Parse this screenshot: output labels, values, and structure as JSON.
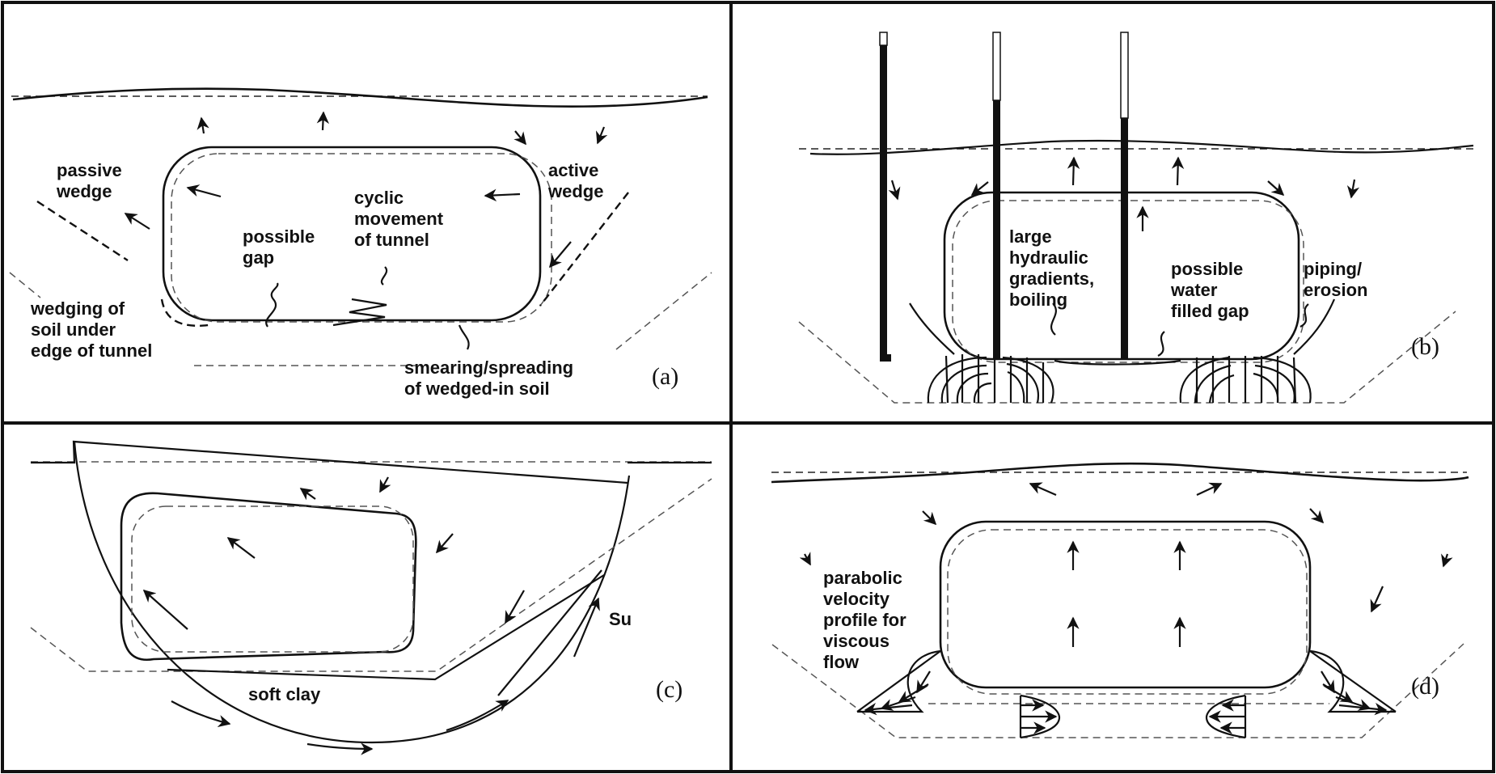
{
  "panels": {
    "a": {
      "tag": "(a)",
      "labels": {
        "passive_wedge": [
          "passive",
          "wedge"
        ],
        "active_wedge": [
          "active",
          "wedge"
        ],
        "cyclic_movement": [
          "cyclic",
          "movement",
          "of tunnel"
        ],
        "possible_gap": [
          "possible",
          "gap"
        ],
        "wedging": [
          "wedging of",
          "soil under",
          "edge of tunnel"
        ],
        "smearing": [
          "smearing/spreading",
          "of wedged-in soil"
        ]
      }
    },
    "b": {
      "tag": "(b)",
      "labels": {
        "hydraulic": [
          "large",
          "hydraulic",
          "gradients,",
          "boiling"
        ],
        "water_gap": [
          "possible",
          "water",
          "filled gap"
        ],
        "piping": [
          "piping/",
          "erosion"
        ]
      }
    },
    "c": {
      "tag": "(c)",
      "labels": {
        "soft_clay": "soft clay",
        "su": "Su"
      }
    },
    "d": {
      "tag": "(d)",
      "labels": {
        "parabolic": [
          "parabolic",
          "velocity",
          "profile for",
          "viscous",
          "flow"
        ]
      }
    }
  }
}
